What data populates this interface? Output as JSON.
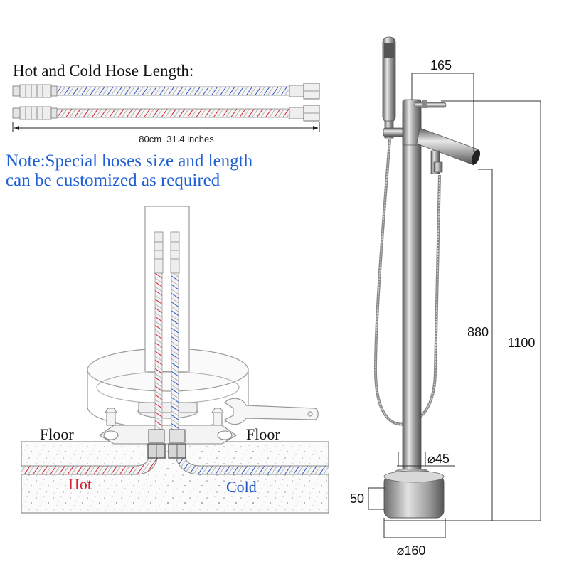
{
  "hose_section": {
    "title": "Hot and Cold Hose Length:",
    "length_label": "80cm  31.4 inches",
    "note_line1": "Note:Special hoses size and length",
    "note_line2": "can be customized as required"
  },
  "install_section": {
    "floor_left": "Floor",
    "floor_right": "Floor",
    "hot_label": "Hot",
    "cold_label": "Cold"
  },
  "dimensions": {
    "spout_reach": "165",
    "valve_height": "880",
    "total_height": "1100",
    "pipe_diameter": "⌀45",
    "base_height": "50",
    "base_diameter": "⌀160"
  },
  "colors": {
    "hot": "#d42030",
    "cold": "#1a4fc4",
    "note_text": "#1f5fd6",
    "chrome_dark": "#6b6b6b",
    "chrome_light": "#d9d9d9"
  }
}
